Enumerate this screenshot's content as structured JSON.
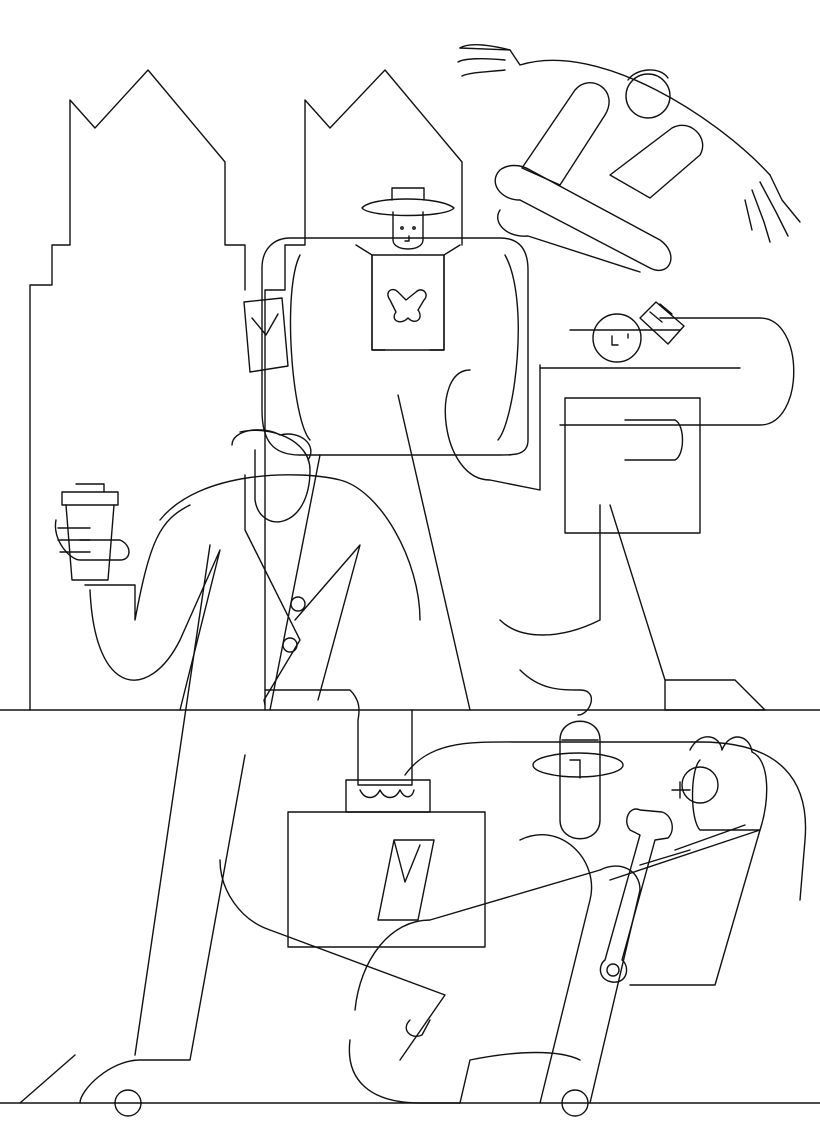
{
  "illustration": {
    "style": "monochrome line art",
    "stroke_color": "#111111",
    "background_color": "#ffffff",
    "figures": [
      "city-buildings",
      "man-with-hat",
      "skateboarder",
      "coffee-holder",
      "person-with-box",
      "briefcase-walker",
      "mechanic-with-wrench"
    ]
  }
}
